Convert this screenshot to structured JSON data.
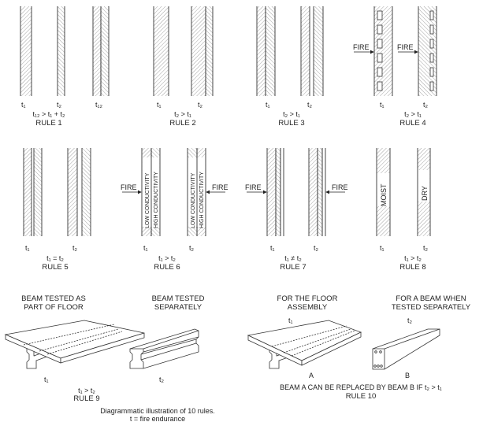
{
  "rules": [
    {
      "name": "RULE 1",
      "relation": "t₁₂ > t₁ + t₂",
      "labels": [
        "t₁",
        "t₂",
        "t₁₂"
      ]
    },
    {
      "name": "RULE 2",
      "relation": "t₂ > t₁",
      "labels": [
        "t₁",
        "t₂"
      ]
    },
    {
      "name": "RULE 3",
      "relation": "t₂ > t₁",
      "labels": [
        "t₁",
        "t₂"
      ]
    },
    {
      "name": "RULE 4",
      "relation": "t₂ > t₁",
      "labels": [
        "t₁",
        "t₂"
      ],
      "fire": "FIRE"
    },
    {
      "name": "RULE 5",
      "relation": "t₁ = t₂",
      "labels": [
        "t₁",
        "t₂"
      ]
    },
    {
      "name": "RULE 6",
      "relation": "t₁ > t₂",
      "labels": [
        "t₁",
        "t₂"
      ],
      "fire": "FIRE",
      "low": "LOW CONDUCTIVITY",
      "high": "HIGH CONDUCTIVITY"
    },
    {
      "name": "RULE 7",
      "relation": "t₁ ≠ t₂",
      "labels": [
        "t₁",
        "t₂"
      ],
      "fire": "FIRE"
    },
    {
      "name": "RULE 8",
      "relation": "t₁ > t₂",
      "labels": [
        "t₁",
        "t₂"
      ],
      "moist": "MOIST",
      "dry": "DRY"
    },
    {
      "name": "RULE 9",
      "relation": "t₁ > t₂",
      "labels": [
        "t₁",
        "t₂"
      ],
      "title_a": [
        "BEAM TESTED AS",
        "PART OF FLOOR"
      ],
      "title_b": [
        "BEAM TESTED",
        "SEPARATELY"
      ]
    },
    {
      "name": "RULE 10",
      "relation": "BEAM A CAN BE REPLACED BY BEAM B IF t₂ > t₁",
      "labels": [
        "t₁",
        "t₂"
      ],
      "letters": [
        "A",
        "B"
      ],
      "title_a": [
        "FOR THE FLOOR",
        "ASSEMBLY"
      ],
      "title_b": [
        "FOR A  BEAM WHEN",
        "TESTED SEPARATELY"
      ]
    }
  ],
  "caption": [
    "Diagrammatic illustration of 10 rules.",
    "t = fire endurance"
  ]
}
